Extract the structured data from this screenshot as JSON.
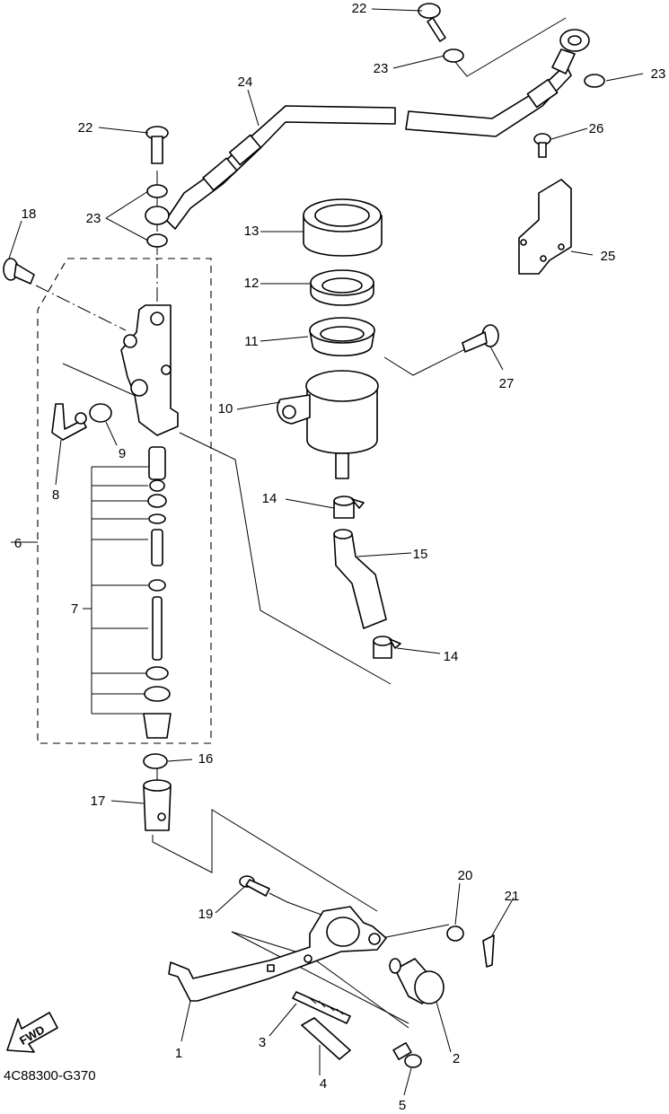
{
  "diagram": {
    "code": "4C88300-G370",
    "fwd_label": "FWD",
    "callouts": [
      "1",
      "2",
      "3",
      "4",
      "5",
      "6",
      "7",
      "8",
      "9",
      "10",
      "11",
      "12",
      "13",
      "14",
      "14",
      "15",
      "16",
      "17",
      "18",
      "19",
      "20",
      "21",
      "22",
      "22",
      "23",
      "23",
      "23",
      "24",
      "25",
      "26",
      "27"
    ]
  }
}
